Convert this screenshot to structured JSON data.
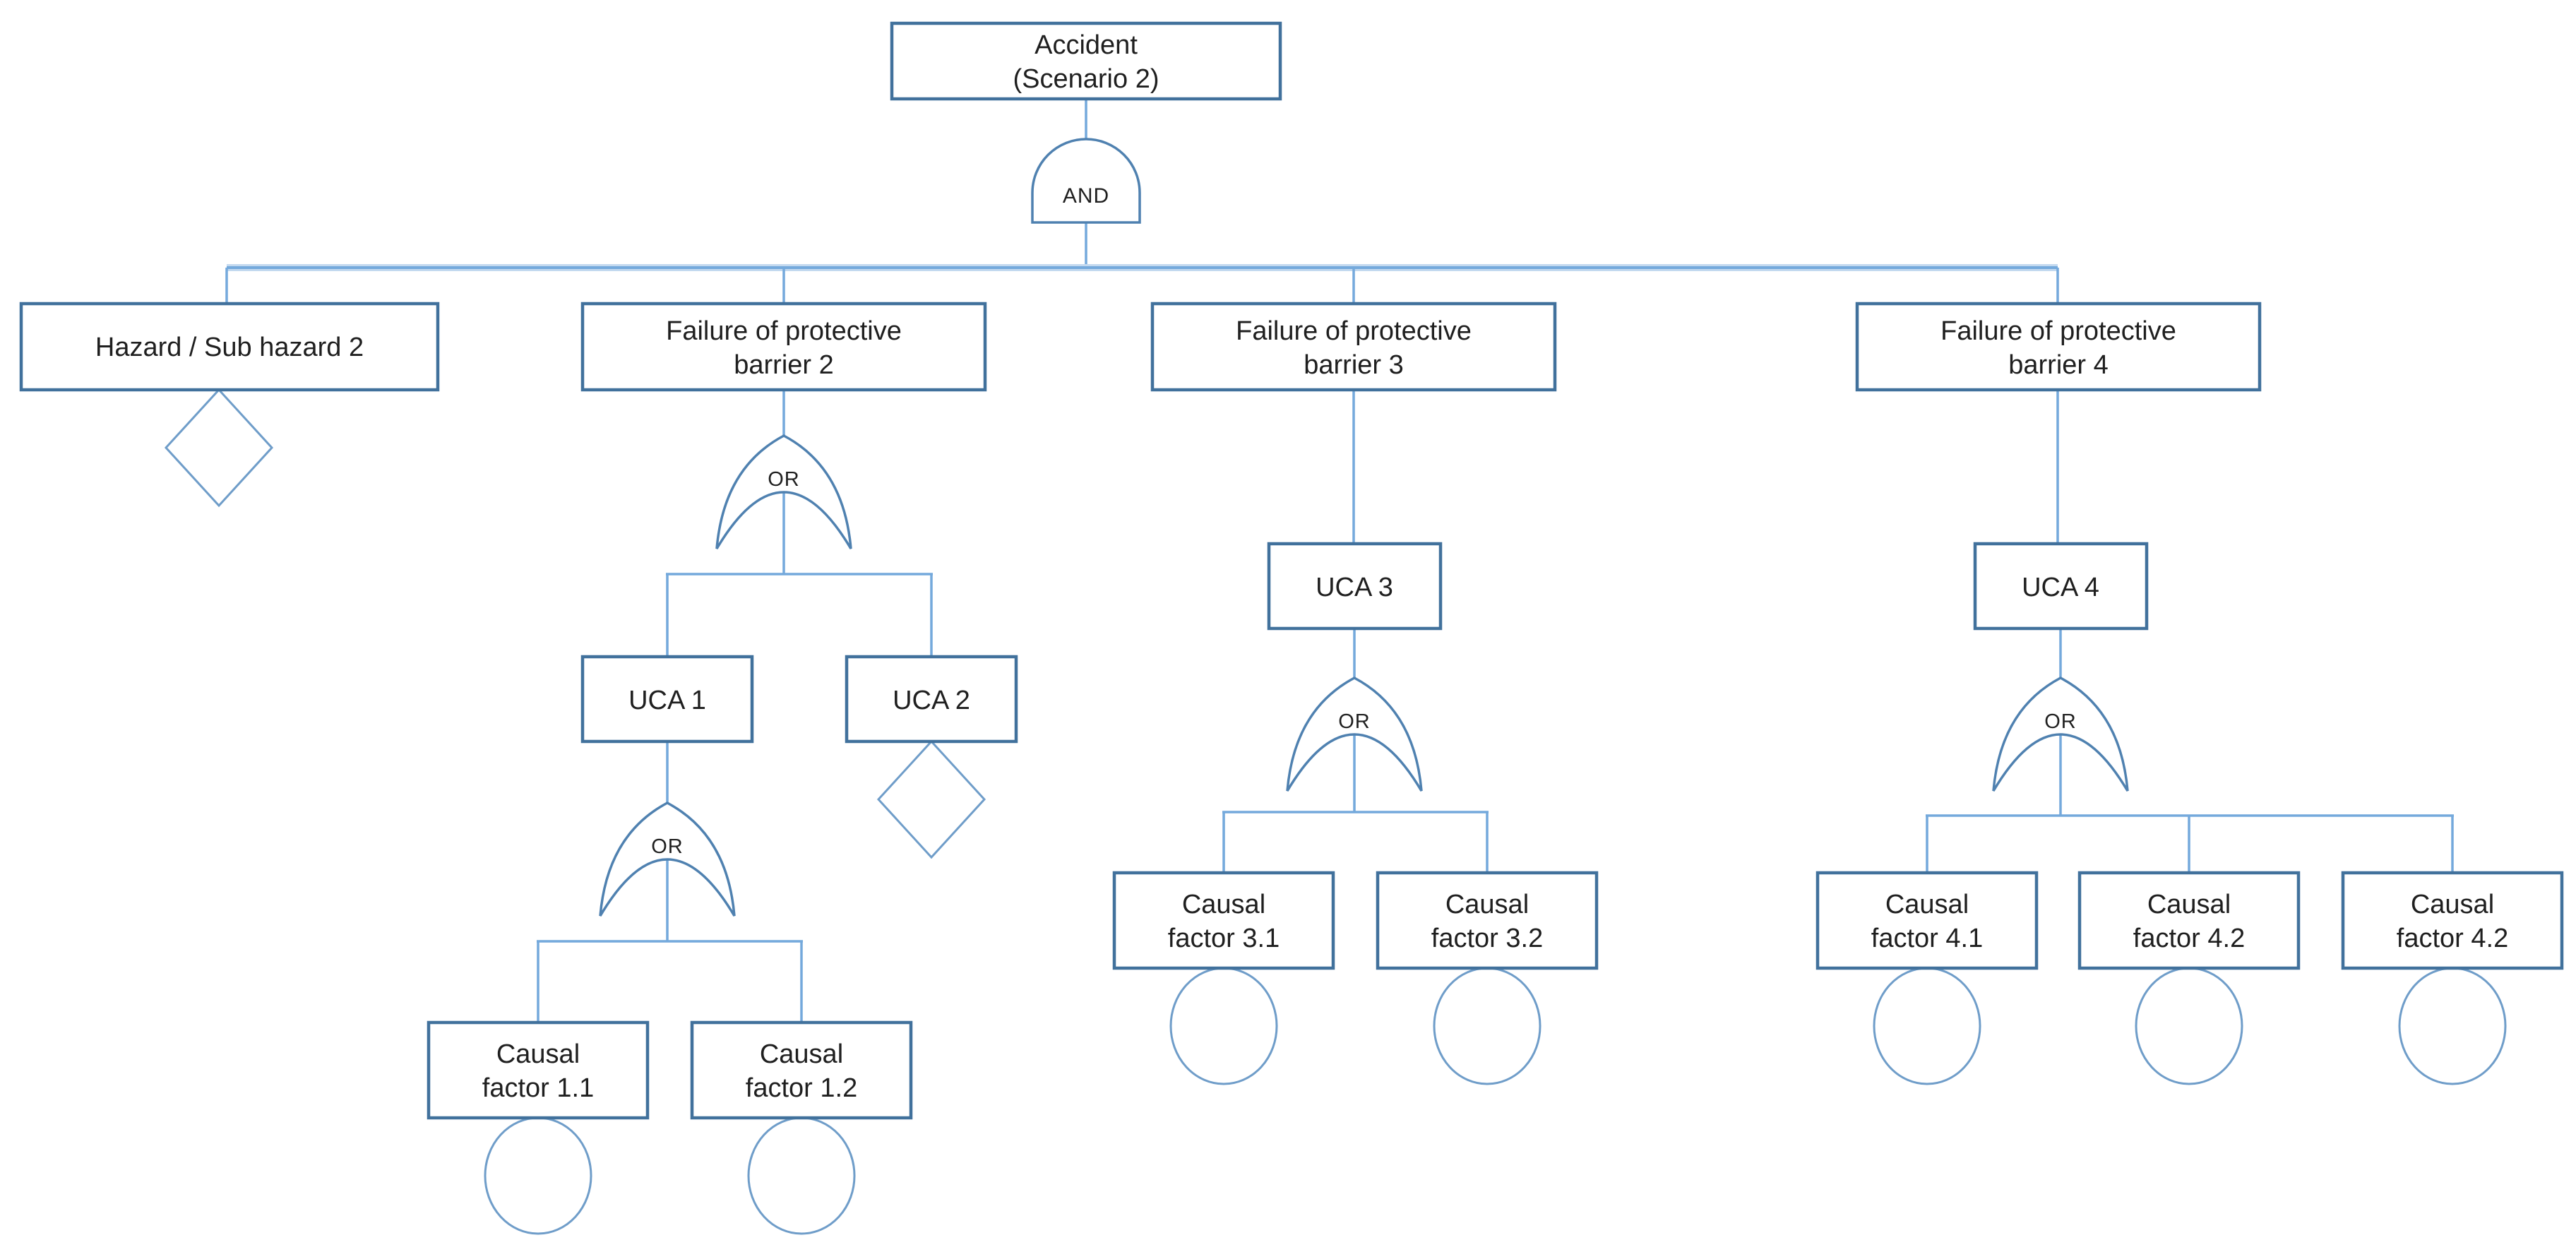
{
  "diagram_type": "fault-tree",
  "colors": {
    "background": "#ffffff",
    "box_border": "#41719c",
    "connector": "#74a9dc",
    "connector_halo": "#c3d9ef",
    "gate_stroke": "#4f81b0",
    "symbol_stroke": "#6f9dc9",
    "text": "#1f1f1f"
  },
  "gates": {
    "and_label": "AND",
    "or_label": "OR"
  },
  "nodes": {
    "accident": {
      "line1": "Accident",
      "line2": "(Scenario 2)"
    },
    "hazard": {
      "label": "Hazard / Sub hazard 2"
    },
    "barrier2": {
      "line1": "Failure of protective",
      "line2": "barrier 2"
    },
    "barrier3": {
      "line1": "Failure of protective",
      "line2": "barrier 3"
    },
    "barrier4": {
      "line1": "Failure of protective",
      "line2": "barrier 4"
    },
    "uca1": {
      "label": "UCA 1"
    },
    "uca2": {
      "label": "UCA 2"
    },
    "uca3": {
      "label": "UCA 3"
    },
    "uca4": {
      "label": "UCA 4"
    },
    "cf11": {
      "line1": "Causal",
      "line2": "factor 1.1"
    },
    "cf12": {
      "line1": "Causal",
      "line2": "factor 1.2"
    },
    "cf31": {
      "line1": "Causal",
      "line2": "factor 3.1"
    },
    "cf32": {
      "line1": "Causal",
      "line2": "factor 3.2"
    },
    "cf41": {
      "line1": "Causal",
      "line2": "factor 4.1"
    },
    "cf42": {
      "line1": "Causal",
      "line2": "factor 4.2"
    },
    "cf43": {
      "line1": "Causal",
      "line2": "factor 4.2"
    }
  }
}
